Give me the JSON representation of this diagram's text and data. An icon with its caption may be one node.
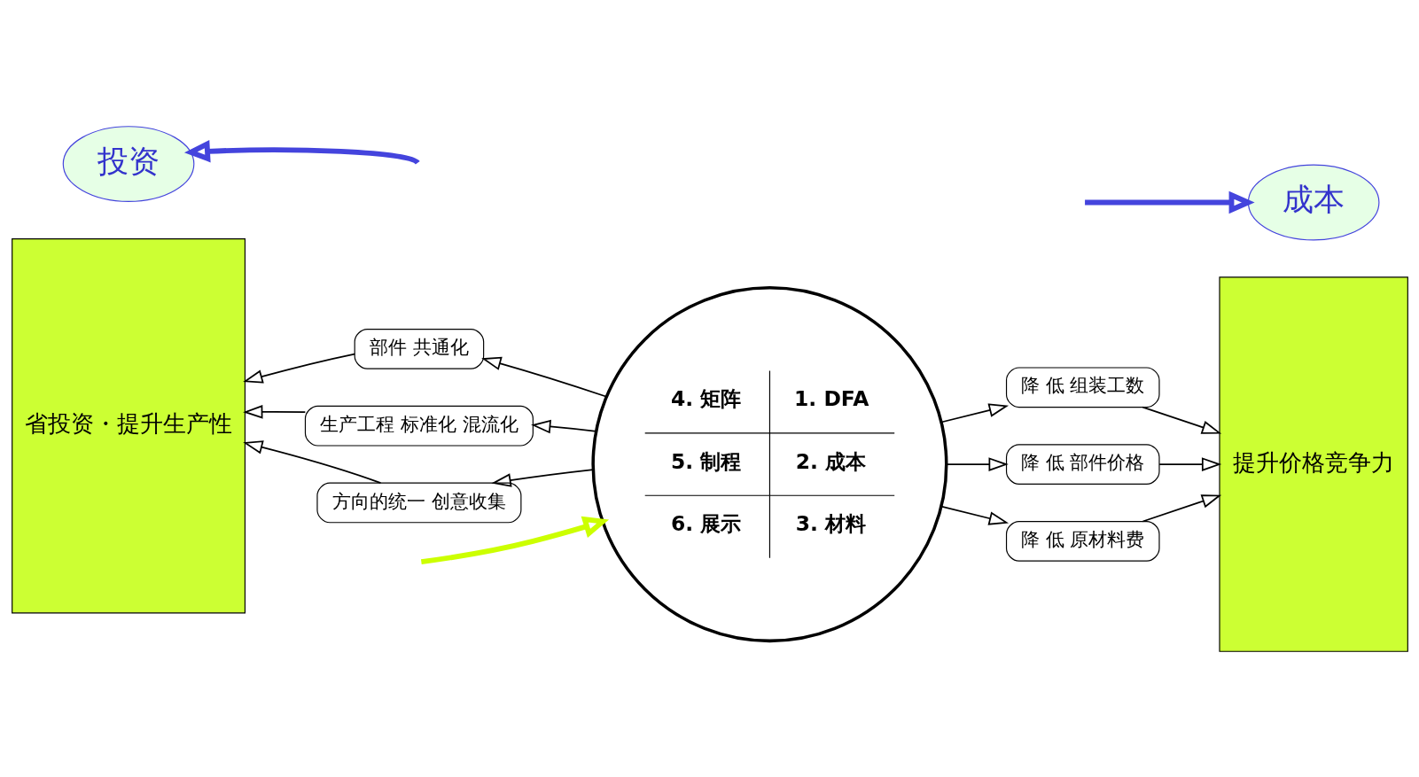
{
  "diagram": {
    "nodes": [
      {
        "text": [
          "省投资・提升生产性"
        ]
      },
      {
        "text": [
          "部件 共通化"
        ]
      },
      {
        "text": [
          "生产工程 标准化 混流化"
        ]
      },
      {
        "text": [
          "方向的统一 创意收集"
        ]
      },
      {
        "text": [
          "4. 矩阵",
          "1. DFA",
          "5. 制程",
          "2. 成本",
          "6. 展示",
          "3. 材料"
        ]
      },
      {
        "text": [
          "降 低 组装工数"
        ]
      },
      {
        "text": [
          "降 低 部件价格"
        ]
      },
      {
        "text": [
          "降 低 原材料费"
        ]
      },
      {
        "text": [
          "提升价格竞争力"
        ]
      },
      {
        "text": [
          "投资"
        ]
      },
      {
        "text": [
          "成本"
        ]
      }
    ],
    "edges": [
      {
        "from": null,
        "to": 4,
        "arrow": "to",
        "style": "thick",
        "color": "#ccff00"
      },
      {
        "from": 4,
        "to": 1,
        "arrow": "to"
      },
      {
        "from": 4,
        "to": 2,
        "arrow": "to"
      },
      {
        "from": 4,
        "to": 3,
        "arrow": "to"
      },
      {
        "from": 1,
        "to": 0,
        "arrow": "to"
      },
      {
        "from": 2,
        "to": 0,
        "arrow": "to"
      },
      {
        "from": 3,
        "to": 0,
        "arrow": "to"
      },
      {
        "from": 4,
        "to": 5,
        "arrow": "to"
      },
      {
        "from": 4,
        "to": 6,
        "arrow": "to"
      },
      {
        "from": 4,
        "to": 7,
        "arrow": "to"
      },
      {
        "from": 5,
        "to": 8,
        "arrow": "to"
      },
      {
        "from": 6,
        "to": 8,
        "arrow": "to"
      },
      {
        "from": 7,
        "to": 8,
        "arrow": "to"
      },
      {
        "from": null,
        "to": 9,
        "arrow": "to",
        "style": "thick",
        "color": "#4444dd"
      },
      {
        "from": null,
        "to": 10,
        "arrow": "to",
        "style": "thick",
        "color": "#4444dd"
      }
    ]
  }
}
